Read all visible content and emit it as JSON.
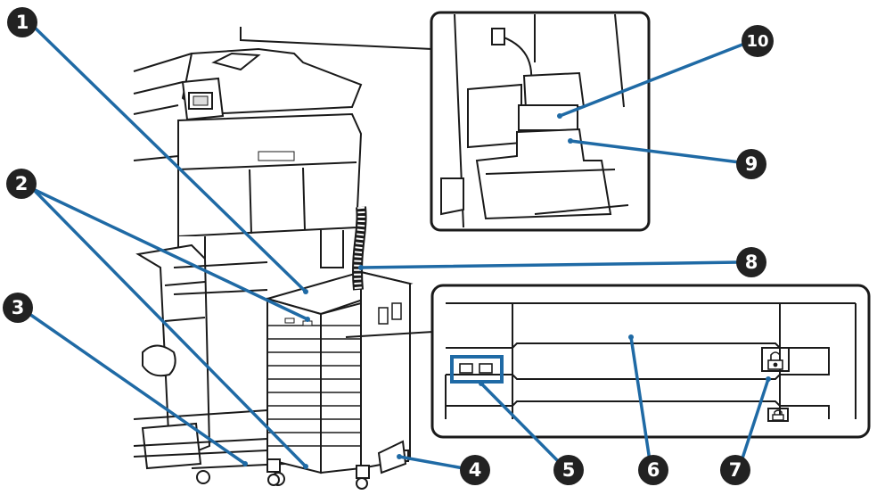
{
  "callouts": [
    {
      "id": "1",
      "label": "1"
    },
    {
      "id": "2",
      "label": "2"
    },
    {
      "id": "3",
      "label": "3"
    },
    {
      "id": "4",
      "label": "4"
    },
    {
      "id": "5",
      "label": "5"
    },
    {
      "id": "6",
      "label": "6"
    },
    {
      "id": "7",
      "label": "7"
    },
    {
      "id": "8",
      "label": "8"
    },
    {
      "id": "9",
      "label": "9"
    },
    {
      "id": "10",
      "label": "10"
    }
  ],
  "colors": {
    "leader": "#1f6aa5",
    "callout_fill": "#222222",
    "callout_text": "#ffffff",
    "line_art": "#1a1a1a",
    "highlight_box": "#1f6aa5"
  },
  "icons": [
    "printer-line-art",
    "ink-supply-unit-line-art",
    "waste-ink-tube",
    "lock-icon",
    "led-indicator-icon"
  ]
}
